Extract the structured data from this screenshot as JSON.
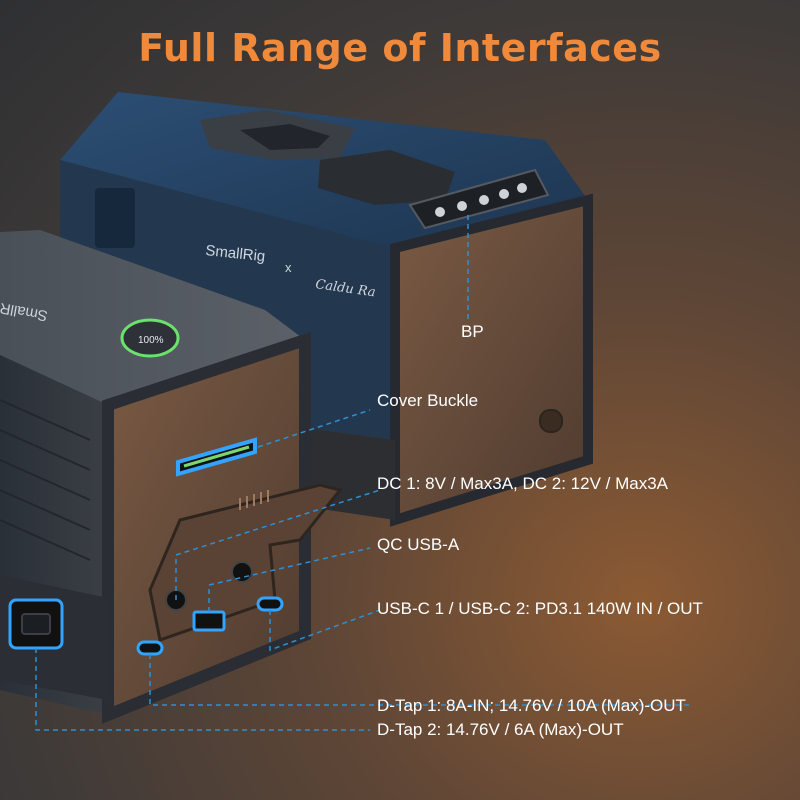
{
  "title": "Full Range of Interfaces",
  "colors": {
    "title": "#f08a3a",
    "callout_line": "#2f8fd0",
    "glow": "#32a3ff",
    "label": "#ffffff"
  },
  "product": {
    "brand": "SmallRig",
    "collab_mark": "x",
    "signature": "Caldu Ra",
    "display_badge": "100%"
  },
  "labels": {
    "bp": "BP",
    "cover_buckle": "Cover Buckle",
    "dc": "DC 1: 8V / Max3A, DC 2: 12V / Max3A",
    "qc_usb_a": "QC USB-A",
    "usb_c": "USB-C 1 / USB-C 2: PD3.1 140W IN / OUT",
    "dtap_1": "D-Tap 1: 8A-IN; 14.76V / 10A (Max)-OUT",
    "dtap_2": "D-Tap 2: 14.76V / 6A (Max)-OUT"
  },
  "icons": {
    "battery_contacts": "bp-contacts-icon",
    "usb_a": "usb-a-port-icon",
    "usb_c": "usb-c-port-icon",
    "dc": "dc-barrel-port-icon",
    "dtap": "d-tap-port-icon"
  }
}
